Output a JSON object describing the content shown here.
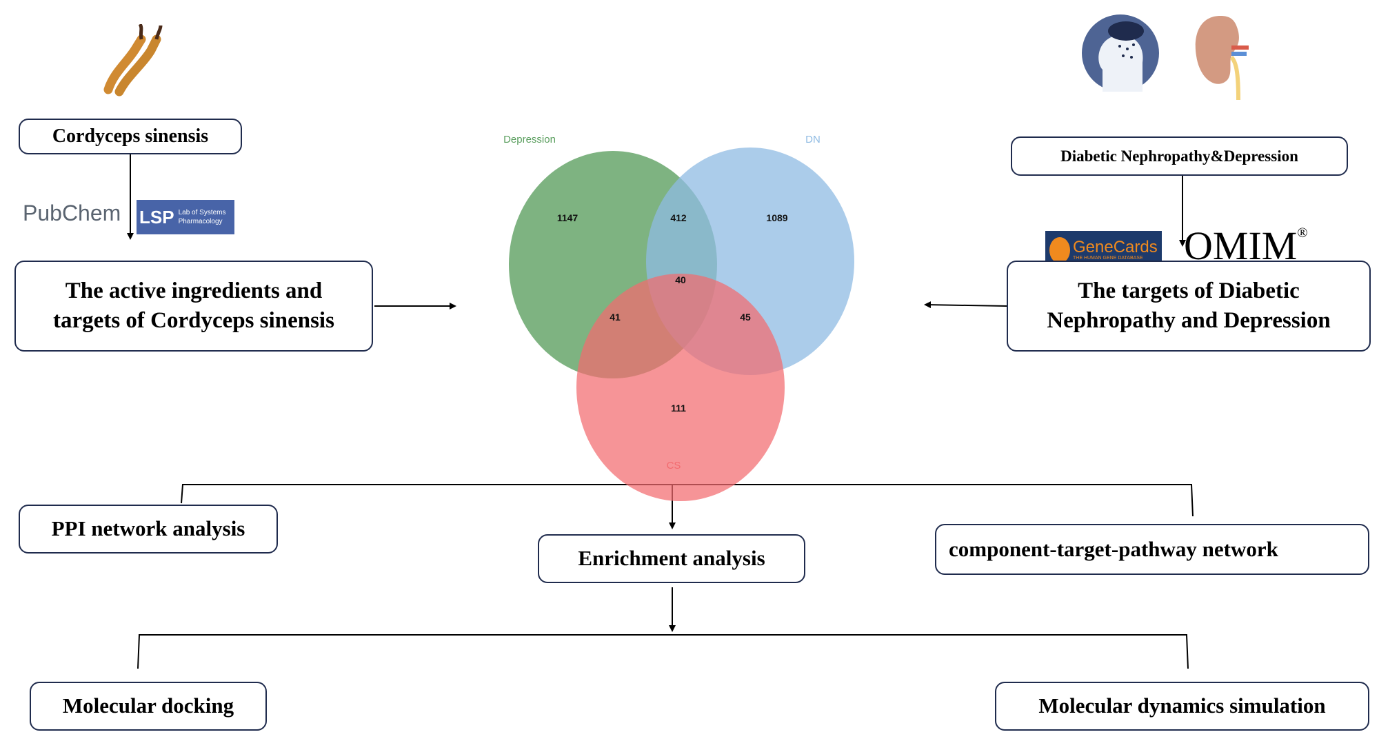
{
  "left": {
    "source_box": "Cordyceps sinensis",
    "databases": [
      "PubChem",
      "Lab of Systems Pharmacology"
    ],
    "lsp_short": "LSP",
    "lsp_line1": "Lab of Systems",
    "lsp_line2": "Pharmacology",
    "result_box_line1": "The active ingredients and",
    "result_box_line2": "targets of Cordyceps sinensis"
  },
  "right": {
    "source_box": "Diabetic Nephropathy&Depression",
    "genecards_name": "GeneCards",
    "genecards_tagline": "THE HUMAN GENE DATABASE",
    "omim_name": "OMIM",
    "omim_mark": "®",
    "result_box_line1": "The targets of Diabetic",
    "result_box_line2": "Nephropathy and Depression"
  },
  "chart_data": {
    "type": "venn",
    "sets": [
      {
        "name": "Depression",
        "color": "#5a9e5e"
      },
      {
        "name": "DN",
        "color": "#8fbbe3"
      },
      {
        "name": "CS",
        "color": "#f26b6f"
      }
    ],
    "regions": [
      {
        "sets": [
          "Depression"
        ],
        "value": 1147
      },
      {
        "sets": [
          "Depression",
          "DN"
        ],
        "value": 412
      },
      {
        "sets": [
          "DN"
        ],
        "value": 1089
      },
      {
        "sets": [
          "Depression",
          "DN",
          "CS"
        ],
        "value": 40
      },
      {
        "sets": [
          "Depression",
          "CS"
        ],
        "value": 41
      },
      {
        "sets": [
          "DN",
          "CS"
        ],
        "value": 45
      },
      {
        "sets": [
          "CS"
        ],
        "value": 111
      }
    ]
  },
  "steps": {
    "ppi": "PPI network analysis",
    "enrichment": "Enrichment analysis",
    "ctp": "component-target-pathway network",
    "docking": "Molecular docking",
    "md": "Molecular dynamics simulation"
  }
}
